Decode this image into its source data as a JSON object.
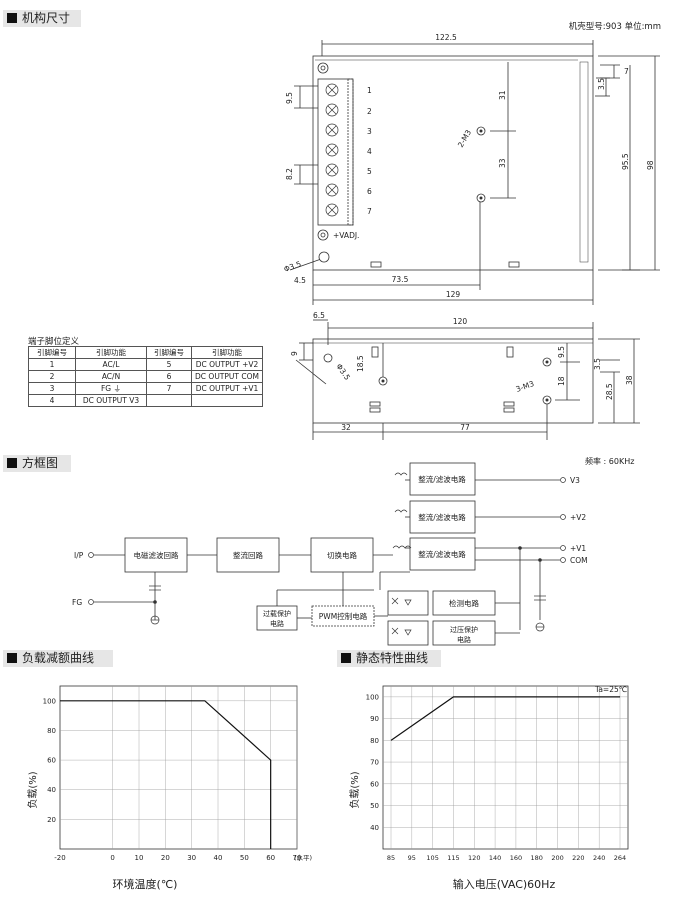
{
  "sections": {
    "mechanical": "机构尺寸",
    "block": "方框图",
    "derating": "负载减额曲线",
    "static": "静态特性曲线"
  },
  "case_info": "机壳型号:903   单位:mm",
  "freq_info": "频率 : 60KHz",
  "dims": {
    "top_width": "122.5",
    "d7": "7",
    "d35a": "3.5",
    "d955": "95.5",
    "d98": "98",
    "d31": "31",
    "d33": "33",
    "d95": "9.5",
    "d82": "8.2",
    "m3_2": "2-M3",
    "d35b": "3.5",
    "phi35": "Φ3.5",
    "d45": "4.5",
    "d735": "73.5",
    "d129": "129",
    "vadj": "+VADJ.",
    "side_top": "120",
    "d65": "6.5",
    "d9": "9",
    "d185": "18.5",
    "phi35b": "Φ3.5",
    "d95b": "9.5",
    "d18": "18",
    "m3_3": "3-M3",
    "d35c": "3.5",
    "d285": "28.5",
    "d38": "38",
    "d32": "32",
    "d77": "77"
  },
  "terminals": [
    "1",
    "2",
    "3",
    "4",
    "5",
    "6",
    "7"
  ],
  "pin_table": {
    "title": "端子脚位定义",
    "headers": [
      "引脚编号",
      "引脚功能",
      "引脚编号",
      "引脚功能"
    ],
    "rows": [
      [
        "1",
        "AC/L",
        "5",
        "DC OUTPUT +V2"
      ],
      [
        "2",
        "AC/N",
        "6",
        "DC OUTPUT COM"
      ],
      [
        "3",
        "FG ⏚",
        "7",
        "DC OUTPUT +V1"
      ],
      [
        "4",
        "DC OUTPUT V3",
        "",
        ""
      ]
    ]
  },
  "block_diagram": {
    "ip": "I/P",
    "fg": "FG",
    "emi": "电磁滤波回路",
    "rect": "整流回路",
    "switch": "切换电路",
    "out_rect": [
      "整流/滤波电路",
      "整流/滤波电路",
      "整流/滤波电路"
    ],
    "outputs": [
      "V3",
      "+V2",
      "+V1",
      "COM"
    ],
    "detect": "检测电路",
    "ocp": "过载保护电路",
    "pwm": "PWM控制电路",
    "ovp": "过压保护电路"
  },
  "chart_data": [
    {
      "type": "line",
      "x": [
        -20,
        35,
        60,
        60
      ],
      "series": [
        {
          "values": [
            100,
            100,
            60,
            0
          ]
        }
      ],
      "xticks": [
        "-20",
        "0",
        "10",
        "20",
        "30",
        "40",
        "50",
        "60",
        "70"
      ],
      "x_unit": "(水平)",
      "yticks": [
        "100",
        "80",
        "60",
        "40",
        "20"
      ],
      "xlabel": "环境温度(℃)",
      "ylabel": "负载(%)",
      "xlim": [
        -20,
        70
      ],
      "ylim": [
        0,
        110
      ],
      "grid": true
    },
    {
      "type": "line",
      "x": [
        85,
        115,
        264
      ],
      "series": [
        {
          "values": [
            80,
            100,
            100
          ]
        }
      ],
      "xticks": [
        "85",
        "95",
        "105",
        "115",
        "120",
        "140",
        "160",
        "180",
        "200",
        "220",
        "240",
        "264"
      ],
      "yticks": [
        "100",
        "90",
        "80",
        "70",
        "60",
        "50",
        "40"
      ],
      "xlabel": "输入电压(VAC)60Hz",
      "ylabel": "负载(%)",
      "annotation": "Ta=25℃",
      "ylim": [
        30,
        105
      ],
      "grid": true
    }
  ]
}
